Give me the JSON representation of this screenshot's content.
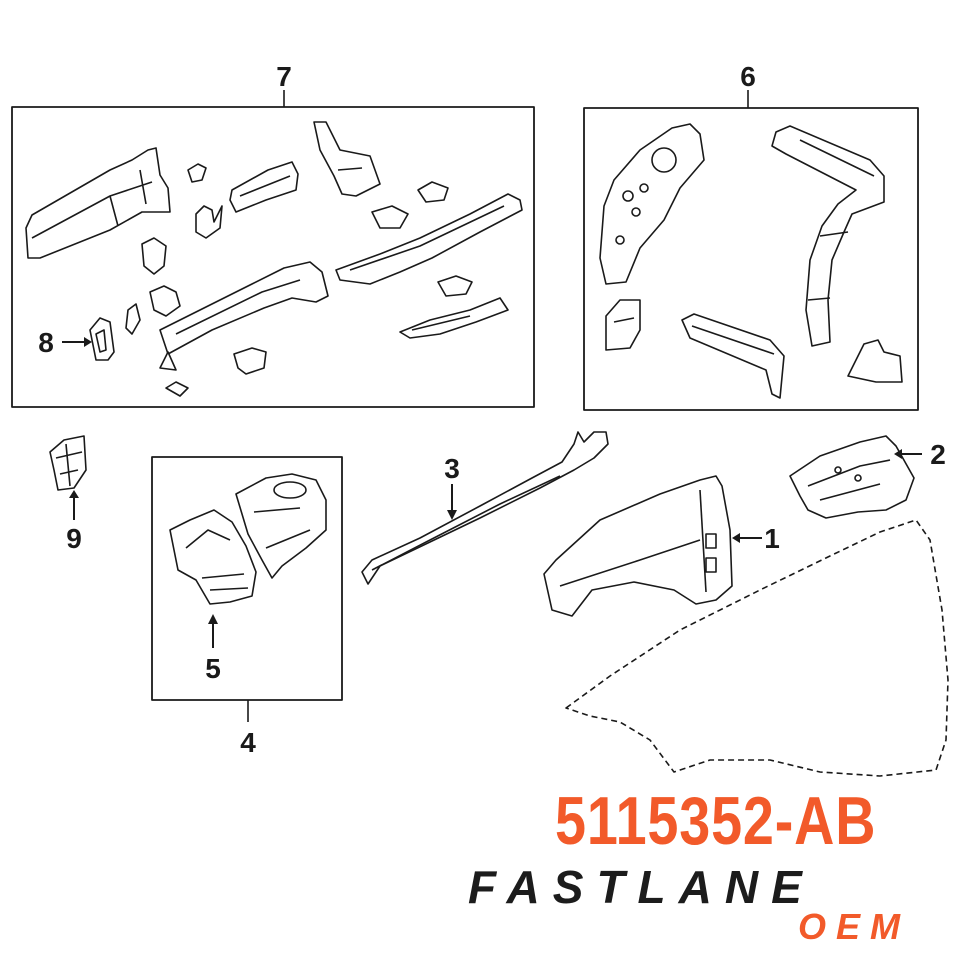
{
  "diagram": {
    "callouts": {
      "c1": "1",
      "c2": "2",
      "c3": "3",
      "c4": "4",
      "c5": "5",
      "c6": "6",
      "c7": "7",
      "c8": "8",
      "c9": "9"
    }
  },
  "branding": {
    "part_number": "5115352-AB",
    "wordmark": "FASTLANE",
    "sub_wordmark": "OEM"
  },
  "colors": {
    "accent": "#f25a2a",
    "line": "#1a1a1a",
    "background": "#ffffff"
  }
}
